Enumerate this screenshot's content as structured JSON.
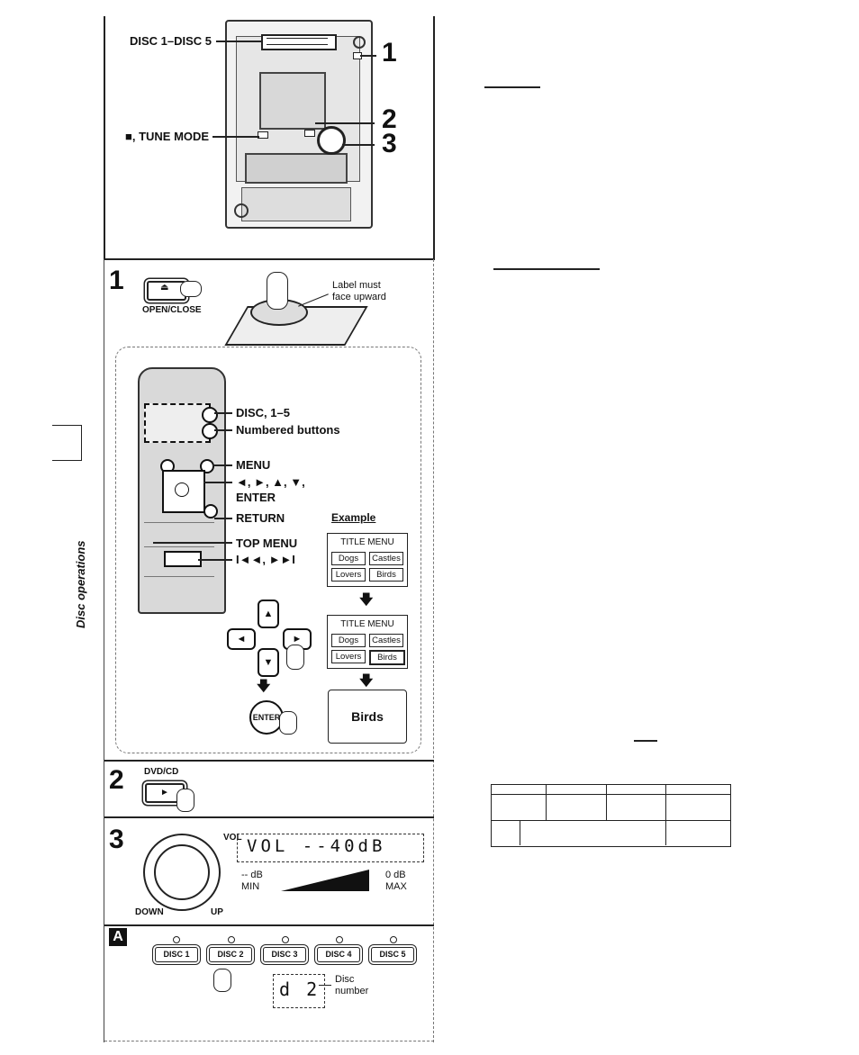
{
  "side_label": "Disc operations",
  "top_panel": {
    "disc_label": "DISC 1–DISC 5",
    "tune_mode_label": "■, TUNE MODE",
    "callouts": [
      "1",
      "2",
      "3"
    ]
  },
  "step1": {
    "number": "1",
    "open_close_label": "OPEN/CLOSE",
    "label_note": "Label must\nface upward",
    "remote_labels": {
      "disc": "DISC, 1–5",
      "numbered": "Numbered buttons",
      "menu": "MENU",
      "arrows": "◄, ►, ▲, ▼,",
      "enter": "ENTER",
      "return": "RETURN",
      "top_menu": "TOP MENU",
      "skip": "I◄◄, ►►I"
    },
    "example_title": "Example",
    "menu1": {
      "title": "TITLE MENU",
      "items": [
        "Dogs",
        "Castles",
        "Lovers",
        "Birds"
      ]
    },
    "menu2": {
      "title": "TITLE MENU",
      "items": [
        "Dogs",
        "Castles",
        "Lovers",
        "Birds"
      ]
    },
    "result": "Birds",
    "enter_button": "ENTER"
  },
  "step2": {
    "number": "2",
    "label": "DVD/CD"
  },
  "step3": {
    "number": "3",
    "vol_label": "VOL",
    "display_text": "VOL --40dB",
    "min_db": "-- dB",
    "min_label": "MIN",
    "max_db": "0 dB",
    "max_label": "MAX",
    "down": "DOWN",
    "up": "UP"
  },
  "stepA": {
    "letter": "A",
    "discs": [
      "DISC 1",
      "DISC 2",
      "DISC 3",
      "DISC 4",
      "DISC 5"
    ],
    "disc_display": "d 2",
    "disc_number_label": "Disc\nnumber"
  }
}
